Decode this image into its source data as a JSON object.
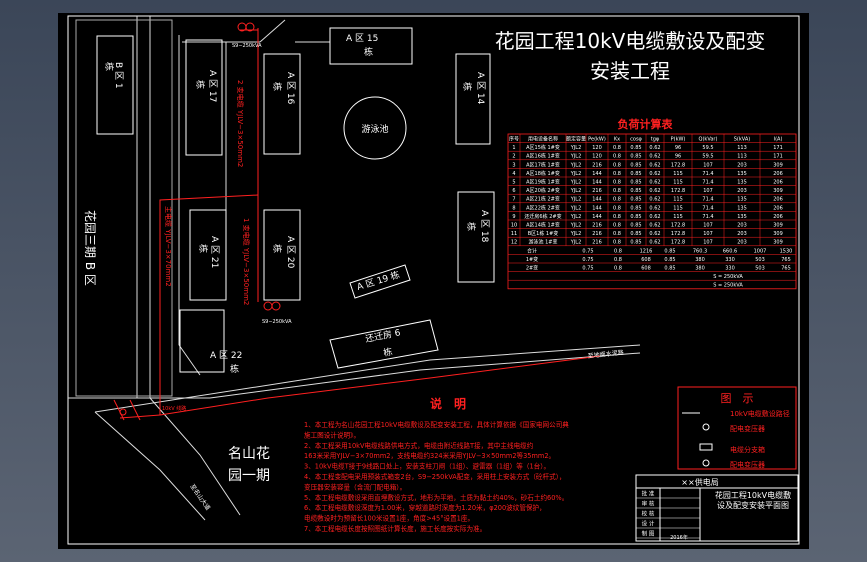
{
  "title": {
    "line1": "花园工程10kV电缆敷设及配变",
    "line2": "安装工程"
  },
  "buildings": {
    "b_district_1": "B 区 1",
    "b_district_1_sub": "栋",
    "a15": "A 区 15",
    "a15_sub": "栋",
    "a17": "A 区 17",
    "a17_sub": "栋",
    "a16": "A 区 16",
    "a16_sub": "栋",
    "a14": "A 区 14",
    "a14_sub": "栋",
    "pool": "游泳池",
    "a21": "A 区 21",
    "a21_sub": "栋",
    "a20": "A 区 20",
    "a20_sub": "栋",
    "a19": "A 区 19 栋",
    "a18": "A 区 18",
    "a18_sub": "栋",
    "relocation6": "还迁房 6",
    "relocation6_sub": "栋",
    "a22": "A 区 22",
    "a22_sub": "栋"
  },
  "labels": {
    "left_district": "花园三期 B 区",
    "mingshan": "名山花",
    "mingshan2": "园一期",
    "road_top": "至地面水泥路",
    "road_bottom": "至名山大道",
    "cable2": "2 变电缆 YJLV−3×50mm2",
    "cable1": "1 变电缆 YJLV−3×50mm2",
    "main_cable": "主电缆 YJLV−3×70mm2",
    "transformer_top": "S9−250kVA",
    "transformer_bottom": "S9−250kVA",
    "point_label": "10kV 线路"
  },
  "load_table": {
    "title": "负荷计算表",
    "headers": [
      "序号",
      "用电设备名称",
      "额定容量",
      "Pe(kW)",
      "Kx",
      "cosφ",
      "tgφ",
      "P(kW)",
      "Q(kVar)",
      "S(kVA)",
      "I(A)"
    ],
    "rows": [
      [
        "1",
        "A区15栋 1#变",
        "YJL2",
        "120",
        "0.8",
        "0.85",
        "0.62",
        "96",
        "59.5",
        "113",
        "171"
      ],
      [
        "2",
        "A区16栋 1#变",
        "YJL2",
        "120",
        "0.8",
        "0.85",
        "0.62",
        "96",
        "59.5",
        "113",
        "171"
      ],
      [
        "3",
        "A区17栋 1#变",
        "YJL2",
        "216",
        "0.8",
        "0.85",
        "0.62",
        "172.8",
        "107",
        "203",
        "309"
      ],
      [
        "4",
        "A区18栋 1#变",
        "YJL2",
        "144",
        "0.8",
        "0.85",
        "0.62",
        "115",
        "71.4",
        "135",
        "206"
      ],
      [
        "5",
        "A区19栋 1#变",
        "YJL2",
        "144",
        "0.8",
        "0.85",
        "0.62",
        "115",
        "71.4",
        "135",
        "206"
      ],
      [
        "6",
        "A区20栋 2#变",
        "YJL2",
        "216",
        "0.8",
        "0.85",
        "0.62",
        "172.8",
        "107",
        "203",
        "309"
      ],
      [
        "7",
        "A区21栋 2#变",
        "YJL2",
        "144",
        "0.8",
        "0.85",
        "0.62",
        "115",
        "71.4",
        "135",
        "206"
      ],
      [
        "8",
        "A区22栋 2#变",
        "YJL2",
        "144",
        "0.8",
        "0.85",
        "0.62",
        "115",
        "71.4",
        "135",
        "206"
      ],
      [
        "9",
        "还迁房6栋 2#变",
        "YJL2",
        "144",
        "0.8",
        "0.85",
        "0.62",
        "115",
        "71.4",
        "135",
        "206"
      ],
      [
        "10",
        "A区14栋 1#变",
        "YJL2",
        "216",
        "0.8",
        "0.85",
        "0.62",
        "172.8",
        "107",
        "203",
        "309"
      ],
      [
        "11",
        "B区1栋 1#变",
        "YJL2",
        "216",
        "0.8",
        "0.85",
        "0.62",
        "172.8",
        "107",
        "203",
        "309"
      ],
      [
        "12",
        "游泳池 1#变",
        "YJL2",
        "216",
        "0.8",
        "0.85",
        "0.62",
        "172.8",
        "107",
        "203",
        "309"
      ]
    ],
    "summary": [
      [
        "合计",
        "0.75",
        "0.8",
        "1216",
        "0.85",
        "760.3",
        "660.6",
        "1007",
        "1530"
      ],
      [
        "1#变",
        "0.75",
        "0.8",
        "608",
        "0.85",
        "380",
        "330",
        "503",
        "765"
      ],
      [
        "2#变",
        "0.75",
        "0.8",
        "608",
        "0.85",
        "380",
        "330",
        "503",
        "765"
      ]
    ],
    "footer": [
      "S = 250kVA",
      "S = 250kVA"
    ]
  },
  "legend": {
    "title": "图　示",
    "items": [
      "10kV电缆敷设路径",
      "配电变压器",
      "电缆分支箱",
      "配电变压器"
    ]
  },
  "notes": {
    "title": "说　明",
    "lines": [
      "1、本工程为名山花园工程10kV电缆敷设及配变安装工程，具体计算依据《国家电网公司典",
      "   施工图设计说明》。",
      "2、本工程采用10kV电缆线路供电方式，电缆由附近线路T接，其中主线电缆约",
      "   163米采用YJLV−3×70mm2，支线电缆约324米采用YJLV−3×50mm2等35mm2。",
      "3、10kV电缆T接于9线路口处上，安装支柱刀闸（1组）、避雷器（1组）等（1台）。",
      "4、本工程变配电采用预装式箱变2台，S9−250kVA配变，采用柱上安装方式（砼杆式），",
      "   变压器安装容量（含流门配电箱）。",
      "5、本工程电缆敷设采用直埋敷设方式，地形为平地，土质为黏土约40%，砂石土约60%。",
      "6、本工程电缆敷设深度为1.00米，穿越道路时深度为1.20米，φ200波纹管保护，",
      "   电缆敷设时为预留长100米设置1座，角度>45°设置1座。",
      "7、本工程电缆长度按照图纸计算长度，施工长度按实际为准。"
    ]
  },
  "title_block": {
    "company": "××供电局",
    "drawing_title": "花园工程10kV电缆敷设及配变安装平面图",
    "rows": [
      "批  准",
      "审  核",
      "校  核",
      "设  计",
      "制  图"
    ],
    "date": "2016年"
  }
}
